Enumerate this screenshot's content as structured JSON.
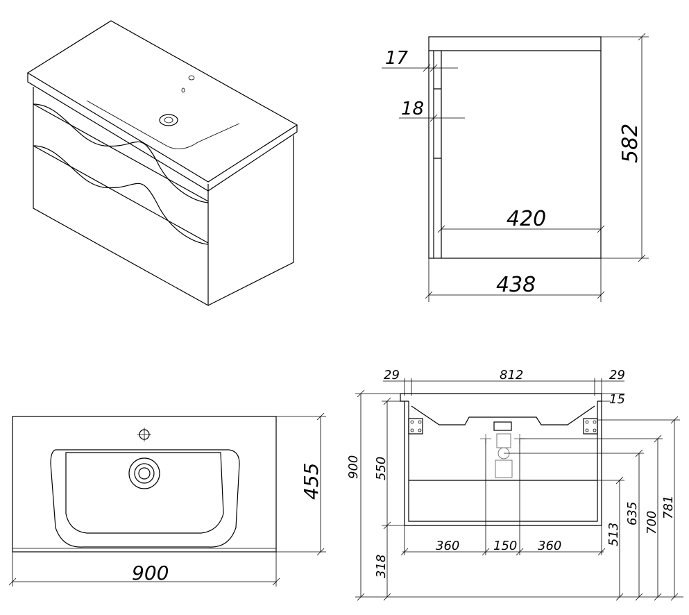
{
  "side_view": {
    "dims": {
      "panel_gap_top": "17",
      "panel_gap_mid": "18",
      "height": "582",
      "inner_depth": "420",
      "depth": "438"
    }
  },
  "top_view": {
    "dims": {
      "depth": "455",
      "width": "900"
    }
  },
  "front_view": {
    "dims": {
      "left_offset": "29",
      "inner_width": "812",
      "right_offset": "29",
      "top_thickness": "15",
      "total_height": "900",
      "cabinet_height": "550",
      "floor_to_cabinet": "318",
      "left_spacing": "360",
      "center_spacing": "150",
      "right_spacing": "360",
      "shelf_height": "513",
      "drain_height": "635",
      "water_height": "700",
      "mount_height": "781"
    }
  }
}
